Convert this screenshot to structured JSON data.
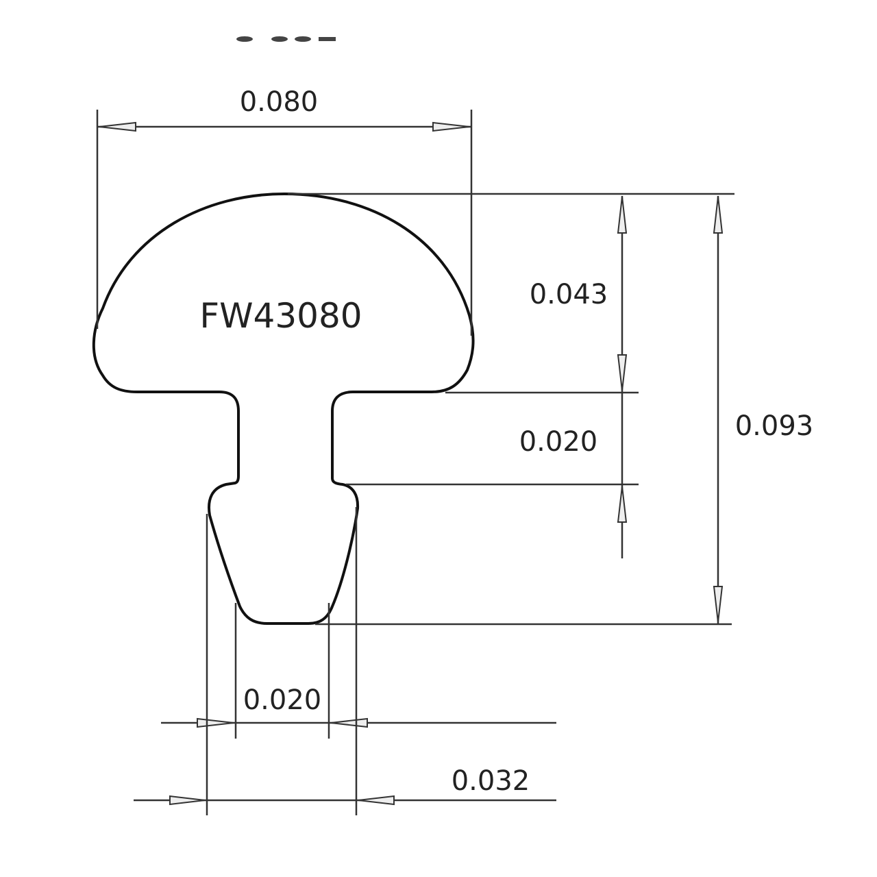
{
  "part_label": "FW43080",
  "dimensions": {
    "crown_width": "0.080",
    "crown_height": "0.043",
    "tang_gap": "0.020",
    "total_height": "0.093",
    "tang_width": "0.020",
    "barb_width": "0.032"
  },
  "colors": {
    "line": "#333333",
    "background": "#ffffff"
  }
}
